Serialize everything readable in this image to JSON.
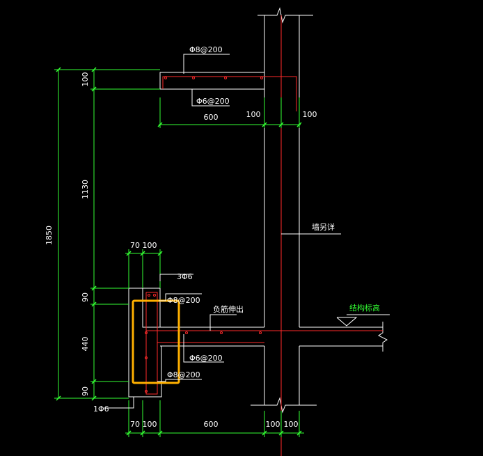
{
  "colors": {
    "background": "#000000",
    "outline": "#ffffff",
    "dimension": "#33ff33",
    "rebar": "#ff2a2a",
    "highlight": "#ffb000",
    "text": "#ffffff",
    "tag": "#33ff33"
  },
  "dims": {
    "top_100": "100",
    "top_600": "600",
    "top_100_col": "100",
    "top_100_right": "100",
    "left_1130": "1130",
    "left_1850": "1850",
    "left_90_top": "90",
    "left_440": "440",
    "left_90_bottom": "90",
    "mid_70": "70",
    "mid_100": "100",
    "bot_70": "70",
    "bot_100": "100",
    "bot_600": "600",
    "bot_100_a": "100",
    "bot_100_b": "100"
  },
  "annotations": {
    "top_rebar_1": "Φ8@200",
    "top_rebar_2": "Φ6@200",
    "beam_top_bars": "3Φ6",
    "beam_stirrup_1": "Φ8@200",
    "beam_side": "Φ6@200",
    "beam_stirrup_2": "Φ8@200",
    "bottom_bar": "1Φ6",
    "wall_note": "墙另详",
    "slab_note": "负筋伸出",
    "level_note": "结构标高"
  }
}
